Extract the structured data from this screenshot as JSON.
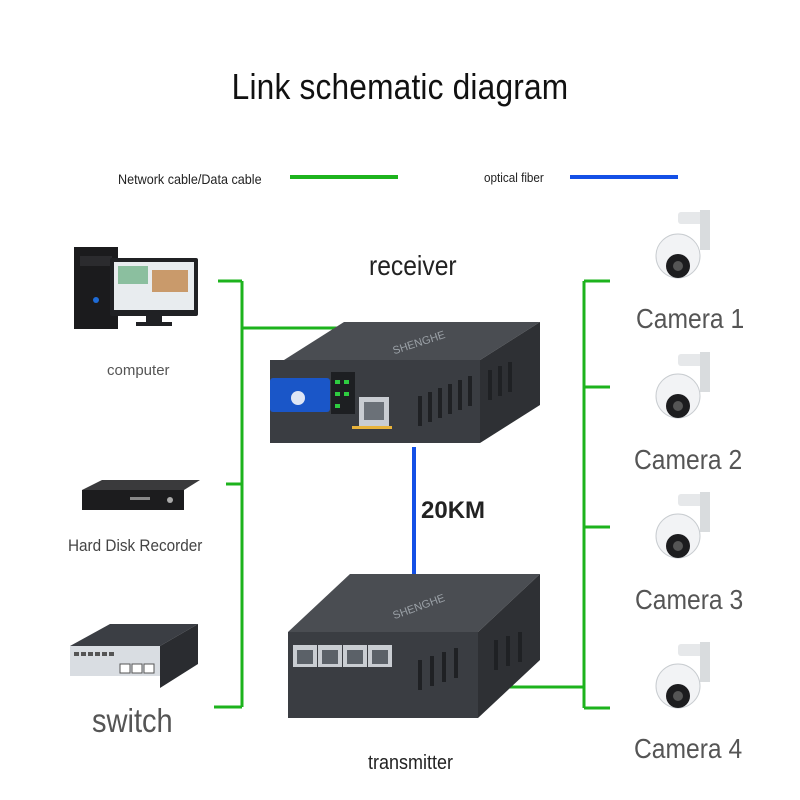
{
  "title": "Link schematic diagram",
  "legend": {
    "network_label": "Network cable/Data cable",
    "network_color": "#1db31d",
    "fiber_label": "optical fiber",
    "fiber_color": "#1450e6"
  },
  "devices": {
    "receiver_label": "receiver",
    "transmitter_label": "transmitter",
    "distance_label": "20KM",
    "brand_text": "SHENGHE"
  },
  "left": {
    "computer_label": "computer",
    "recorder_label": "Hard Disk Recorder",
    "switch_label": "switch"
  },
  "right": {
    "cameras": [
      "Camera 1",
      "Camera 2",
      "Camera 3",
      "Camera 4"
    ]
  }
}
